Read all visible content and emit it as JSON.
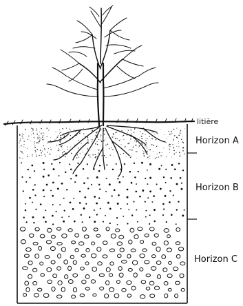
{
  "labels": {
    "litter": "litière",
    "horizon_a": "Horizon A",
    "horizon_b": "Horizon B",
    "horizon_c": "Horizon C"
  },
  "colors": {
    "ink": "#111111",
    "background": "#ffffff"
  }
}
